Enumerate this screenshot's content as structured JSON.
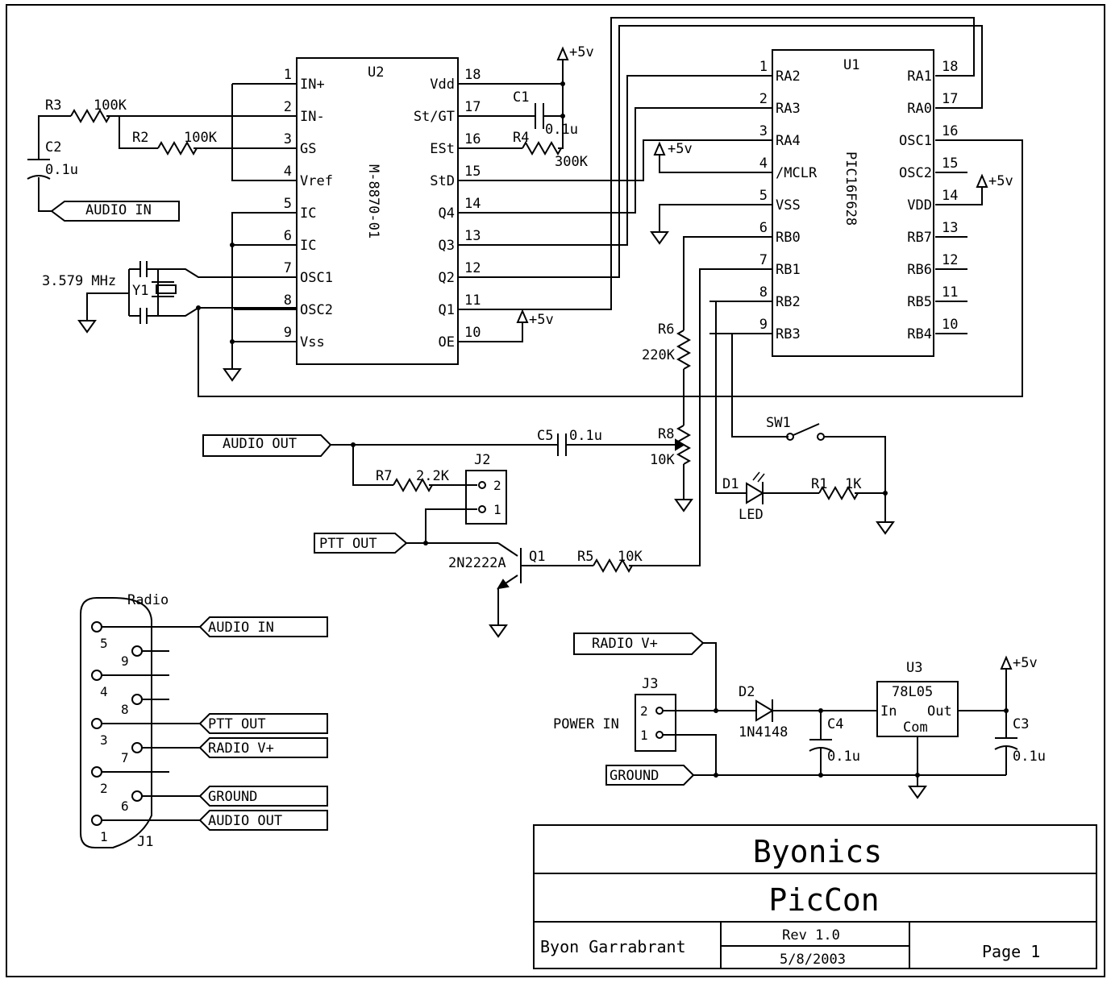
{
  "u2": {
    "ref": "U2",
    "part": "M-8870-01",
    "left": [
      {
        "n": "1",
        "p": "IN+"
      },
      {
        "n": "2",
        "p": "IN-"
      },
      {
        "n": "3",
        "p": "GS"
      },
      {
        "n": "4",
        "p": "Vref"
      },
      {
        "n": "5",
        "p": "IC"
      },
      {
        "n": "6",
        "p": "IC"
      },
      {
        "n": "7",
        "p": "OSC1"
      },
      {
        "n": "8",
        "p": "OSC2"
      },
      {
        "n": "9",
        "p": "Vss"
      }
    ],
    "right": [
      {
        "n": "18",
        "p": "Vdd"
      },
      {
        "n": "17",
        "p": "St/GT"
      },
      {
        "n": "16",
        "p": "ESt"
      },
      {
        "n": "15",
        "p": "StD"
      },
      {
        "n": "14",
        "p": "Q4"
      },
      {
        "n": "13",
        "p": "Q3"
      },
      {
        "n": "12",
        "p": "Q2"
      },
      {
        "n": "11",
        "p": "Q1"
      },
      {
        "n": "10",
        "p": "OE"
      }
    ]
  },
  "u1": {
    "ref": "U1",
    "part": "PIC16F628",
    "left": [
      {
        "n": "1",
        "p": "RA2"
      },
      {
        "n": "2",
        "p": "RA3"
      },
      {
        "n": "3",
        "p": "RA4"
      },
      {
        "n": "4",
        "p": "/MCLR"
      },
      {
        "n": "5",
        "p": "VSS"
      },
      {
        "n": "6",
        "p": "RB0"
      },
      {
        "n": "7",
        "p": "RB1"
      },
      {
        "n": "8",
        "p": "RB2"
      },
      {
        "n": "9",
        "p": "RB3"
      }
    ],
    "right": [
      {
        "n": "18",
        "p": "RA1"
      },
      {
        "n": "17",
        "p": "RA0"
      },
      {
        "n": "16",
        "p": "OSC1"
      },
      {
        "n": "15",
        "p": "OSC2"
      },
      {
        "n": "14",
        "p": "VDD"
      },
      {
        "n": "13",
        "p": "RB7"
      },
      {
        "n": "12",
        "p": "RB6"
      },
      {
        "n": "11",
        "p": "RB5"
      },
      {
        "n": "10",
        "p": "RB4"
      }
    ]
  },
  "comp": {
    "r3": "R3",
    "r3v": "100K",
    "r2": "R2",
    "r2v": "100K",
    "c2": "C2",
    "c2v": "0.1u",
    "c1": "C1",
    "c1v": "0.1u",
    "r4": "R4",
    "r4v": "300K",
    "y1": "Y1",
    "y1v": "3.579 MHz",
    "r6": "R6",
    "r6v": "220K",
    "r8": "R8",
    "r8v": "10K",
    "c5": "C5",
    "c5v": "0.1u",
    "r7": "R7",
    "r7v": "2.2K",
    "j2": "J2",
    "j2p2": "2",
    "j2p1": "1",
    "q1": "Q1",
    "q1v": "2N2222A",
    "r5": "R5",
    "r5v": "10K",
    "sw1": "SW1",
    "d1": "D1",
    "d1v": "LED",
    "r1": "R1",
    "r1v": "1K",
    "j3": "J3",
    "j3p2": "2",
    "j3p1": "1",
    "powerin": "POWER IN",
    "d2": "D2",
    "d2v": "1N4148",
    "c4": "C4",
    "c4v": "0.1u",
    "u3": "U3",
    "u3v": "78L05",
    "u3in": "In",
    "u3out": "Out",
    "u3com": "Com",
    "c3": "C3",
    "c3v": "0.1u",
    "vcc": "+5v",
    "j1": "J1",
    "radio": "Radio",
    "j1pins": [
      "5",
      "9",
      "4",
      "8",
      "3",
      "7",
      "2",
      "6",
      "1"
    ]
  },
  "nets": {
    "audio_in": "AUDIO IN",
    "audio_out": "AUDIO OUT",
    "ptt_out": "PTT OUT",
    "radio_v": "RADIO V+",
    "ground": "GROUND"
  },
  "title_block": {
    "company": "Byonics",
    "project": "PicCon",
    "author": "Byon Garrabrant",
    "rev": "Rev 1.0",
    "date": "5/8/2003",
    "page": "Page 1"
  }
}
